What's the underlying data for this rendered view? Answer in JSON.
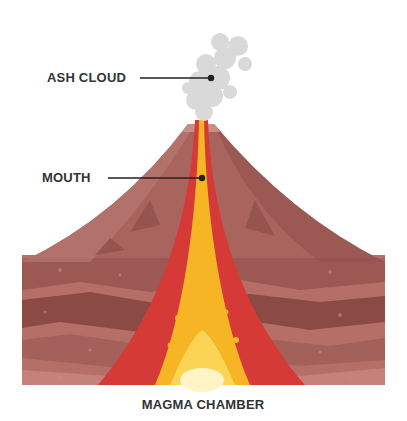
{
  "diagram": {
    "labels": [
      "ASH CLOUD",
      "MOUTH",
      "MAGMA CHAMBER"
    ]
  }
}
